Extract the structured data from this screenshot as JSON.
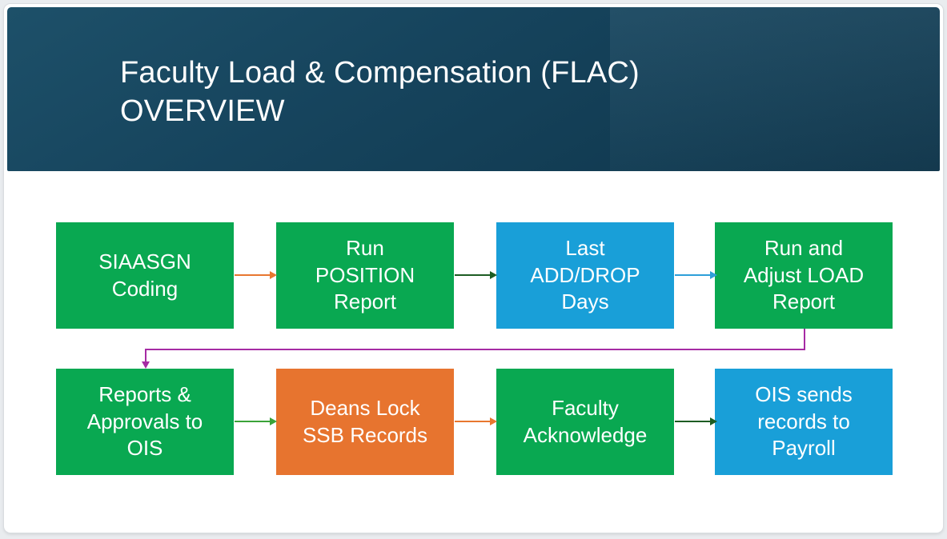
{
  "slide": {
    "title": {
      "line1": "Faculty Load & Compensation (FLAC)",
      "line2": "OVERVIEW"
    },
    "theme": {
      "header_gradient_start": "#1d5069",
      "header_gradient_end": "#0f3449",
      "slide_background": "#ffffff",
      "page_background": "#e9ecef",
      "box_green": "#09a851",
      "box_blue": "#199fd8",
      "box_orange": "#e7742f",
      "text_color": "#ffffff"
    },
    "flow": {
      "boxes": [
        {
          "label": "SIAASGN\nCoding",
          "color": "#09a851"
        },
        {
          "label": "Run\nPOSITION\nReport",
          "color": "#09a851"
        },
        {
          "label": "Last\nADD/DROP\nDays",
          "color": "#199fd8"
        },
        {
          "label": "Run and\nAdjust LOAD\nReport",
          "color": "#09a851"
        },
        {
          "label": "Reports &\nApprovals to\nOIS",
          "color": "#09a851"
        },
        {
          "label": "Deans Lock\nSSB Records",
          "color": "#e7742f"
        },
        {
          "label": "Faculty\nAcknowledge",
          "color": "#09a851"
        },
        {
          "label": "OIS sends\nrecords to\nPayroll",
          "color": "#199fd8"
        }
      ],
      "arrows": [
        {
          "from": "SIAASGN Coding",
          "to": "Run POSITION Report",
          "color": "#e8772f"
        },
        {
          "from": "Run POSITION Report",
          "to": "Last ADD/DROP Days",
          "color": "#1d5c23"
        },
        {
          "from": "Last ADD/DROP Days",
          "to": "Run and Adjust LOAD Report",
          "color": "#2d9fd9"
        },
        {
          "from": "Reports & Approvals to OIS",
          "to": "Deans Lock SSB Records",
          "color": "#3aa339"
        },
        {
          "from": "Deans Lock SSB Records",
          "to": "Faculty Acknowledge",
          "color": "#e8772f"
        },
        {
          "from": "Faculty Acknowledge",
          "to": "OIS sends records to Payroll",
          "color": "#1d5c23"
        }
      ],
      "connector": {
        "from": "Run and Adjust LOAD Report",
        "to": "Reports & Approvals to OIS",
        "color": "#a62ba4"
      }
    }
  }
}
